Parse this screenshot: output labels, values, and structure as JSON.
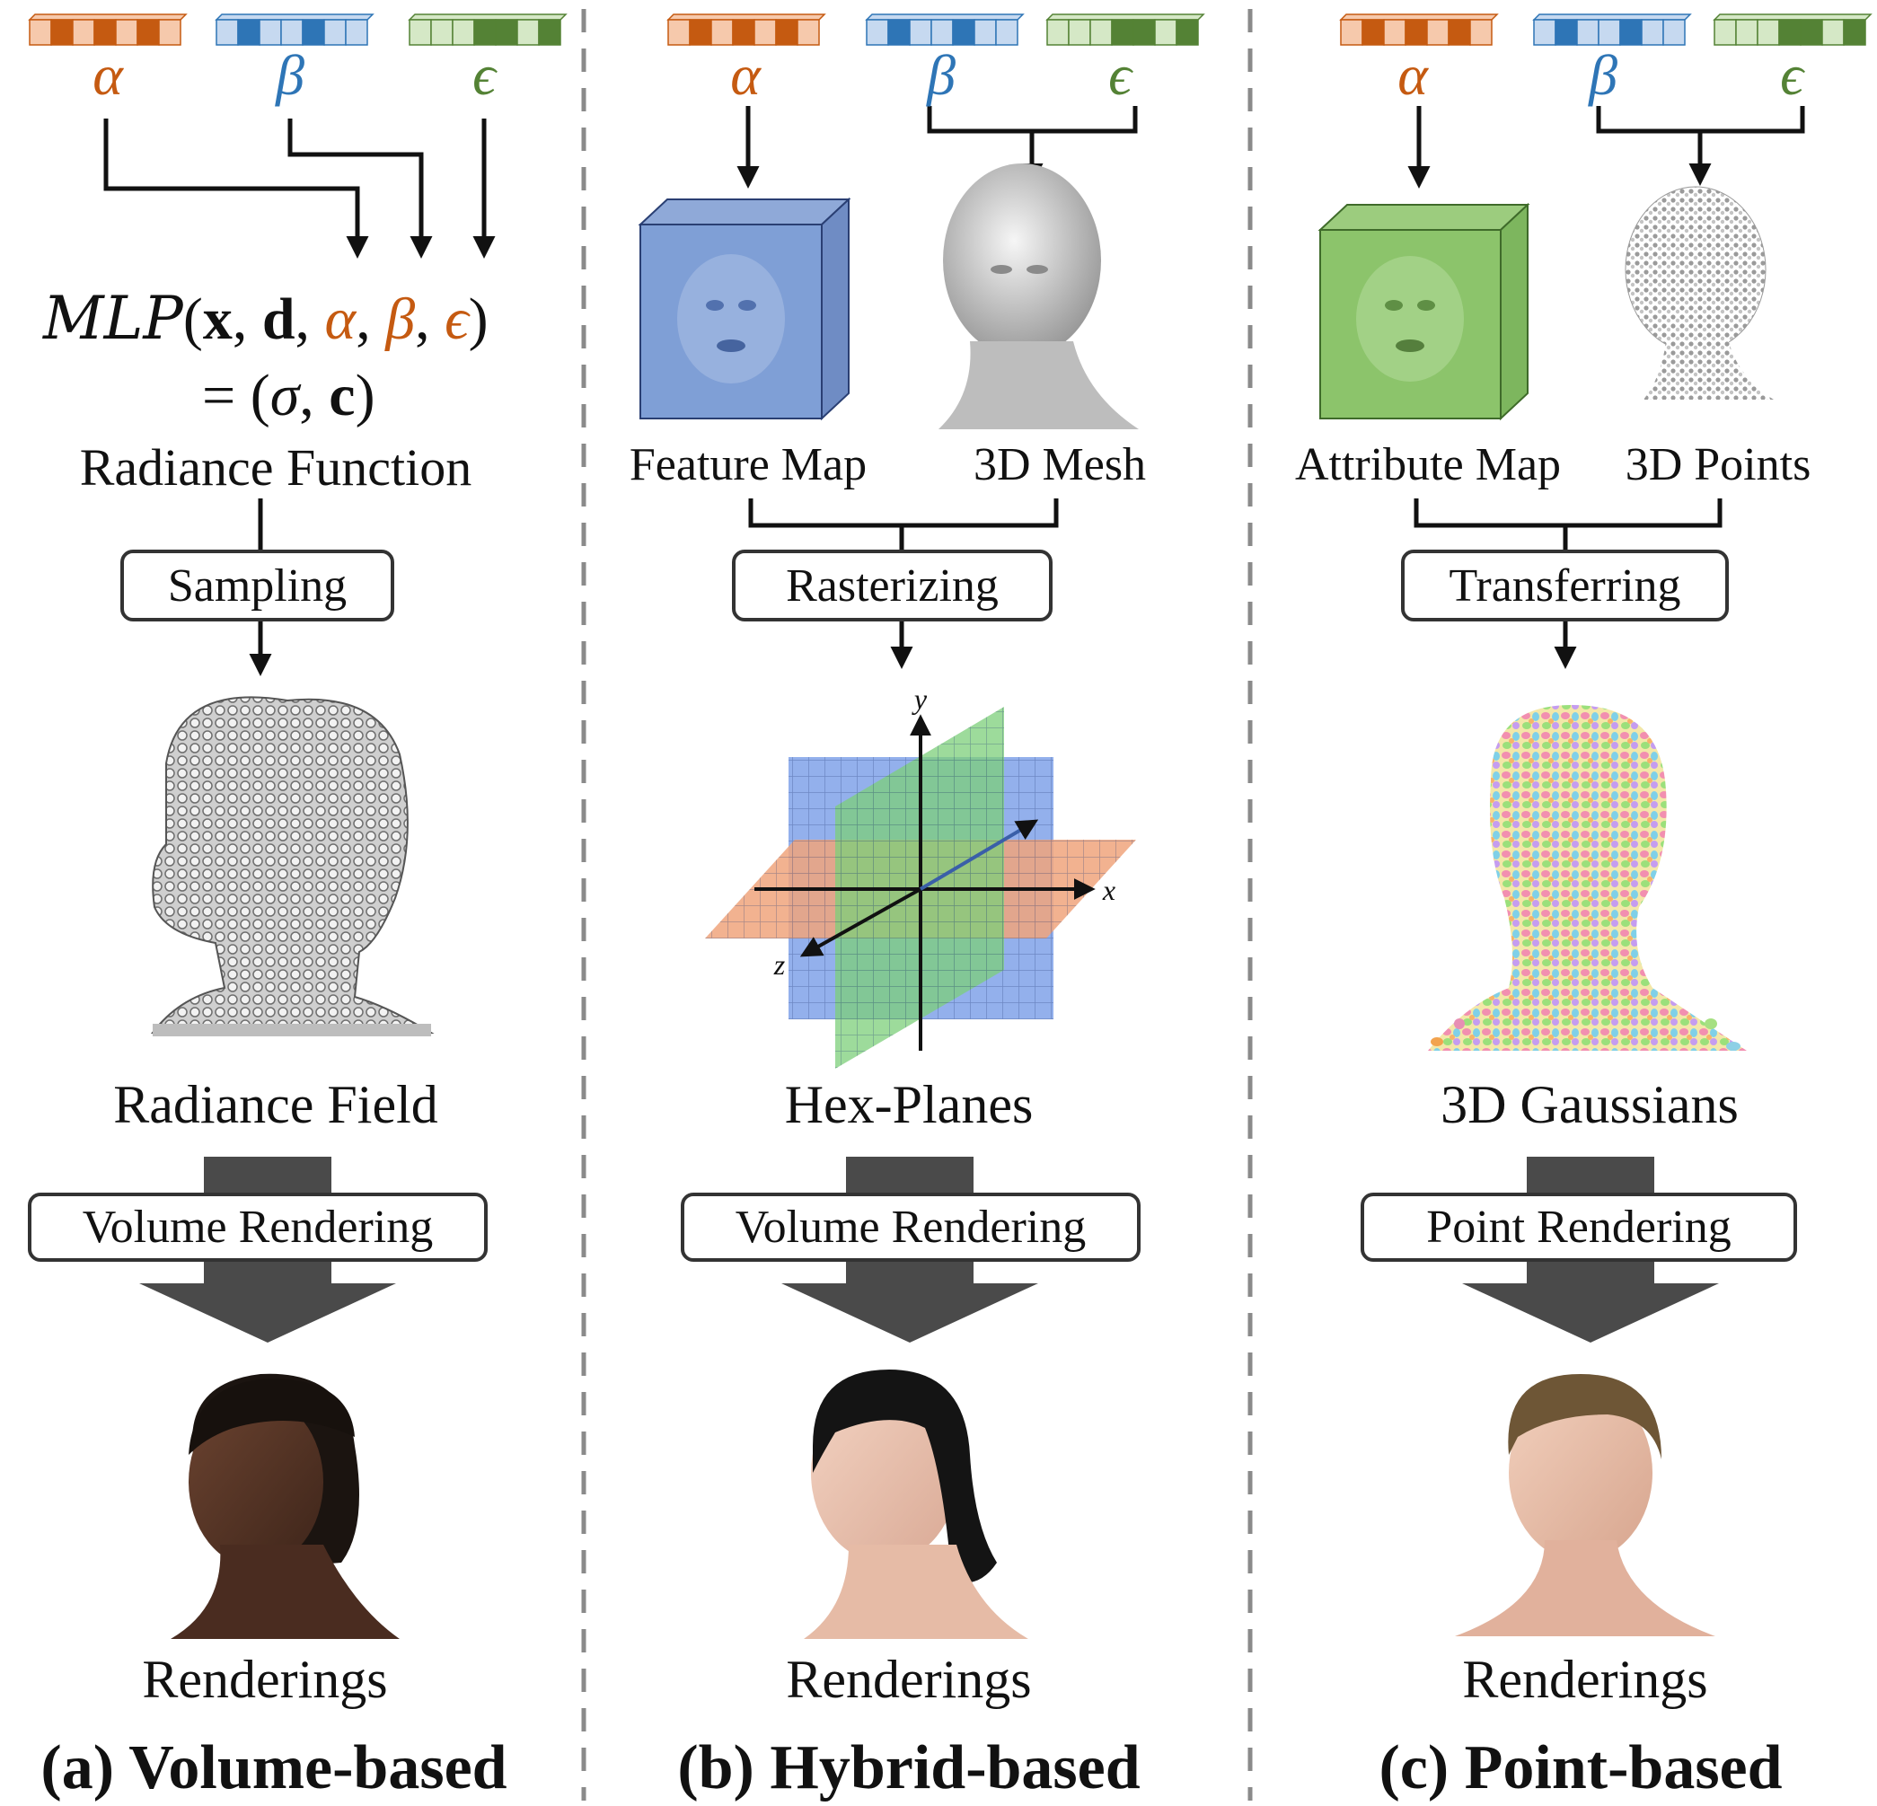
{
  "colors": {
    "alpha": "#C55A11",
    "beta": "#2E75B6",
    "epsilon": "#548235",
    "arrow": "#111111",
    "dashed": "#8A8A8A",
    "bigArrow": "#4A4A4A"
  },
  "symbols": {
    "alpha": "α",
    "beta": "β",
    "epsilon": "ϵ"
  },
  "icons": {
    "voxel_head": "voxel-head-icon",
    "feature_map": "feature-map-cube-icon",
    "mesh_head": "mesh-head-icon",
    "hex_planes": "hex-planes-axes-icon",
    "attribute_map": "attribute-map-cube-icon",
    "point_head": "point-cloud-head-icon",
    "gaussian_head": "gaussian-splat-head-icon",
    "rendering_a": "rendered-head-dark-hair-icon",
    "rendering_b": "rendered-head-black-hair-icon",
    "rendering_c": "rendered-head-brown-hair-icon"
  },
  "panel_a": {
    "eq_line1": {
      "mlp": "MLP",
      "open": "(",
      "x": "x",
      "c1": ", ",
      "d": "d",
      "c2": ", ",
      "a": "α",
      "c3": ", ",
      "b": "β",
      "c4": ", ",
      "e": "ϵ",
      "close": ")"
    },
    "eq_line2": {
      "eqsign": "= (",
      "sigma": "σ",
      "c1": ", ",
      "c": "c",
      "close": ")"
    },
    "radiance_function": "Radiance Function",
    "sampling": "Sampling",
    "radiance_field": "Radiance Field",
    "volume_rendering": "Volume Rendering",
    "renderings": "Renderings",
    "caption": "(a) Volume-based"
  },
  "panel_b": {
    "feature_map": "Feature Map",
    "mesh": "3D Mesh",
    "rasterizing": "Rasterizing",
    "axis_y": "y",
    "axis_x": "x",
    "axis_z": "z",
    "hex_planes": "Hex-Planes",
    "volume_rendering": "Volume Rendering",
    "renderings": "Renderings",
    "caption": "(b) Hybrid-based"
  },
  "panel_c": {
    "attribute_map": "Attribute Map",
    "points": "3D Points",
    "transferring": "Transferring",
    "gaussians": "3D Gaussians",
    "point_rendering": "Point Rendering",
    "renderings": "Renderings",
    "caption": "(c) Point-based"
  }
}
